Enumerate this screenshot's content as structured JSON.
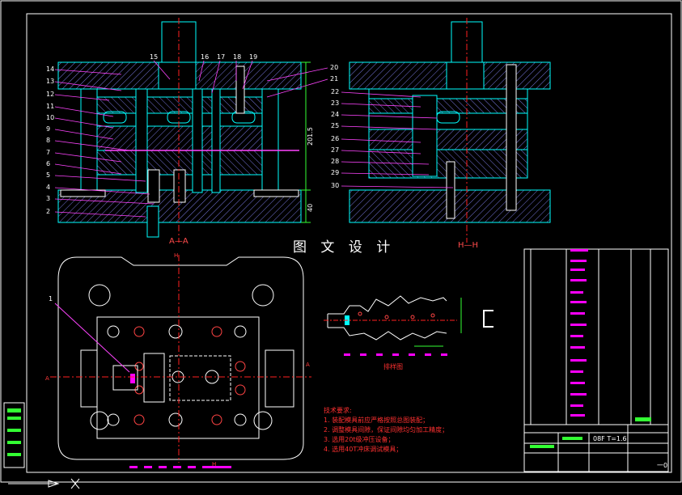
{
  "drawing": {
    "center_title": "图 文 设 计",
    "section_aa": "A—A",
    "section_hh": "H—H",
    "view_marker_h_top": "H",
    "view_marker_h_bottom": "H",
    "view_marker_a_left": "A",
    "view_marker_a_right": "A",
    "strip_layout_caption": "排样图",
    "dim_height": "201.5",
    "dim_small": "40",
    "callouts_left": [
      "14",
      "13",
      "12",
      "11",
      "10",
      "9",
      "8",
      "7",
      "6",
      "5",
      "4",
      "3",
      "2"
    ],
    "callouts_top": [
      "15",
      "16",
      "17",
      "18",
      "19"
    ],
    "callouts_right": [
      "20",
      "21"
    ],
    "callouts_side_left": [
      "22",
      "23",
      "24",
      "25",
      "26",
      "27",
      "28",
      "29",
      "30"
    ],
    "callout_plan": "1",
    "tech_requirements": {
      "title": "技术要求:",
      "items": [
        "1. 装配模具前应严格按照总图装配；",
        "2. 调整模具间隙，保证间隙均匀加工精度；",
        "3. 选用20t级冲压设备；",
        "4. 选用40T冲床调试模具；"
      ]
    },
    "title_block": {
      "spec": "08F  T=1.6",
      "sheet": "一0"
    }
  },
  "colors": {
    "background": "#000000",
    "frame": "#ffffff",
    "part": "#00ffff",
    "leader": "#ff44ff",
    "dimension": "#33ff33",
    "centerline": "#ff2020",
    "highlight": "#ff00ff",
    "hatch": "#8888ff"
  }
}
